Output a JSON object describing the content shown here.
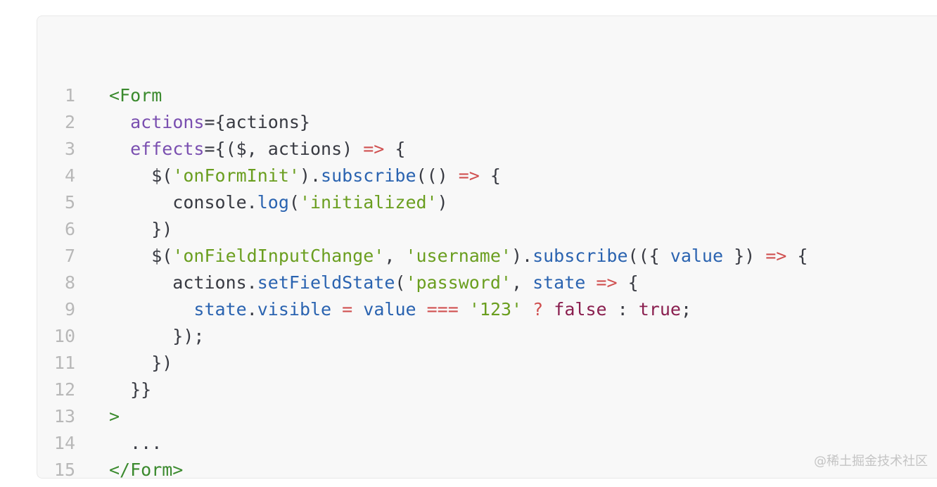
{
  "code_block": {
    "lines": [
      {
        "num": "1",
        "tokens": [
          {
            "t": "<Form",
            "c": "tag"
          }
        ]
      },
      {
        "num": "2",
        "tokens": [
          {
            "t": "  ",
            "c": "plain"
          },
          {
            "t": "actions",
            "c": "attr"
          },
          {
            "t": "={actions}",
            "c": "plain"
          }
        ]
      },
      {
        "num": "3",
        "tokens": [
          {
            "t": "  ",
            "c": "plain"
          },
          {
            "t": "effects",
            "c": "attr"
          },
          {
            "t": "={($, actions) ",
            "c": "plain"
          },
          {
            "t": "=>",
            "c": "op"
          },
          {
            "t": " {",
            "c": "plain"
          }
        ]
      },
      {
        "num": "4",
        "tokens": [
          {
            "t": "    $(",
            "c": "plain"
          },
          {
            "t": "'onFormInit'",
            "c": "str"
          },
          {
            "t": ").",
            "c": "plain"
          },
          {
            "t": "subscribe",
            "c": "fn"
          },
          {
            "t": "(() ",
            "c": "plain"
          },
          {
            "t": "=>",
            "c": "op"
          },
          {
            "t": " {",
            "c": "plain"
          }
        ]
      },
      {
        "num": "5",
        "tokens": [
          {
            "t": "      console.",
            "c": "plain"
          },
          {
            "t": "log",
            "c": "fn"
          },
          {
            "t": "(",
            "c": "plain"
          },
          {
            "t": "'initialized'",
            "c": "str"
          },
          {
            "t": ")",
            "c": "plain"
          }
        ]
      },
      {
        "num": "6",
        "tokens": [
          {
            "t": "    })",
            "c": "plain"
          }
        ]
      },
      {
        "num": "7",
        "tokens": [
          {
            "t": "    $(",
            "c": "plain"
          },
          {
            "t": "'onFieldInputChange'",
            "c": "str"
          },
          {
            "t": ", ",
            "c": "plain"
          },
          {
            "t": "'username'",
            "c": "str"
          },
          {
            "t": ").",
            "c": "plain"
          },
          {
            "t": "subscribe",
            "c": "fn"
          },
          {
            "t": "(({ ",
            "c": "plain"
          },
          {
            "t": "value",
            "c": "prop"
          },
          {
            "t": " }) ",
            "c": "plain"
          },
          {
            "t": "=>",
            "c": "op"
          },
          {
            "t": " {",
            "c": "plain"
          }
        ]
      },
      {
        "num": "8",
        "tokens": [
          {
            "t": "      actions.",
            "c": "plain"
          },
          {
            "t": "setFieldState",
            "c": "fn"
          },
          {
            "t": "(",
            "c": "plain"
          },
          {
            "t": "'password'",
            "c": "str"
          },
          {
            "t": ", ",
            "c": "plain"
          },
          {
            "t": "state",
            "c": "prop"
          },
          {
            "t": " ",
            "c": "plain"
          },
          {
            "t": "=>",
            "c": "op"
          },
          {
            "t": " {",
            "c": "plain"
          }
        ]
      },
      {
        "num": "9",
        "tokens": [
          {
            "t": "        ",
            "c": "plain"
          },
          {
            "t": "state",
            "c": "prop"
          },
          {
            "t": ".",
            "c": "plain"
          },
          {
            "t": "visible",
            "c": "prop"
          },
          {
            "t": " ",
            "c": "plain"
          },
          {
            "t": "=",
            "c": "op"
          },
          {
            "t": " ",
            "c": "plain"
          },
          {
            "t": "value",
            "c": "prop"
          },
          {
            "t": " ",
            "c": "plain"
          },
          {
            "t": "===",
            "c": "op"
          },
          {
            "t": " ",
            "c": "plain"
          },
          {
            "t": "'123'",
            "c": "str"
          },
          {
            "t": " ",
            "c": "plain"
          },
          {
            "t": "?",
            "c": "op"
          },
          {
            "t": " ",
            "c": "plain"
          },
          {
            "t": "false",
            "c": "kw"
          },
          {
            "t": " : ",
            "c": "plain"
          },
          {
            "t": "true",
            "c": "kw"
          },
          {
            "t": ";",
            "c": "plain"
          }
        ]
      },
      {
        "num": "10",
        "tokens": [
          {
            "t": "      });",
            "c": "plain"
          }
        ]
      },
      {
        "num": "11",
        "tokens": [
          {
            "t": "    })",
            "c": "plain"
          }
        ]
      },
      {
        "num": "12",
        "tokens": [
          {
            "t": "  }}",
            "c": "plain"
          }
        ]
      },
      {
        "num": "13",
        "tokens": [
          {
            "t": ">",
            "c": "tag"
          }
        ]
      },
      {
        "num": "14",
        "tokens": [
          {
            "t": "  ...",
            "c": "plain"
          }
        ]
      },
      {
        "num": "15",
        "tokens": [
          {
            "t": "</Form>",
            "c": "tag"
          }
        ]
      }
    ]
  },
  "watermark": "@稀土掘金技术社区",
  "colors": {
    "background": "#f8f8f8",
    "line_number": "#b8b8b8",
    "plain": "#383a42",
    "tag": "#3b8a2e",
    "attr": "#7a4fb0",
    "operator": "#d05050",
    "string": "#6a9e1f",
    "function": "#2a63b0",
    "keyword": "#8a1f4f"
  }
}
